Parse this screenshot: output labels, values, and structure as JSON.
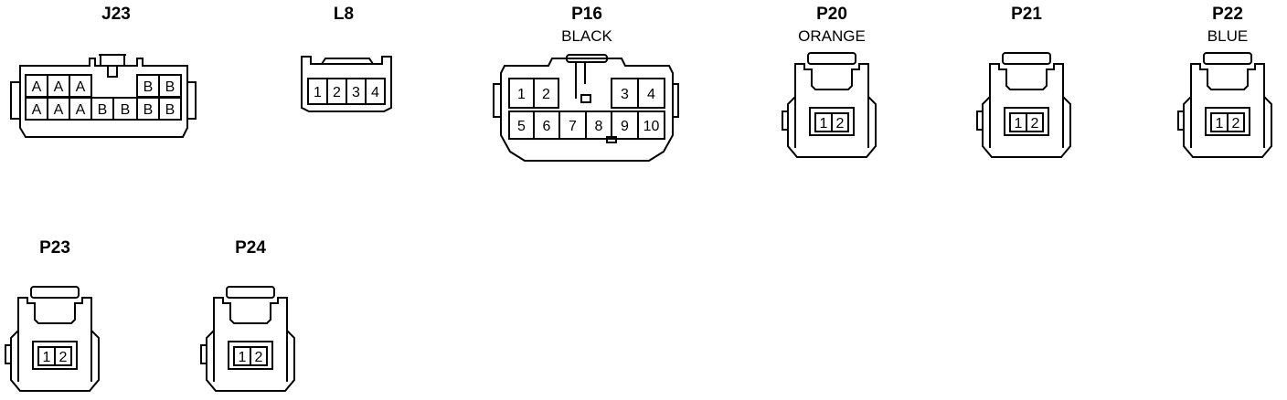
{
  "connectors": {
    "j23": {
      "name": "J23",
      "pins_top": [
        "A",
        "A",
        "A",
        "",
        "",
        "",
        "B",
        "B"
      ],
      "pins_bottom": [
        "A",
        "A",
        "A",
        "B",
        "B",
        "B",
        "B",
        "B"
      ]
    },
    "l8": {
      "name": "L8",
      "pins": [
        "1",
        "2",
        "3",
        "4"
      ]
    },
    "p16": {
      "name": "P16",
      "color": "BLACK",
      "pins_top": [
        "1",
        "2",
        "3",
        "4"
      ],
      "pins_bottom": [
        "5",
        "6",
        "7",
        "8",
        "9",
        "10"
      ]
    },
    "p20": {
      "name": "P20",
      "color": "ORANGE",
      "pins": [
        "1",
        "2"
      ]
    },
    "p21": {
      "name": "P21",
      "pins": [
        "1",
        "2"
      ]
    },
    "p22": {
      "name": "P22",
      "color": "BLUE",
      "pins": [
        "1",
        "2"
      ]
    },
    "p23": {
      "name": "P23",
      "pins": [
        "1",
        "2"
      ]
    },
    "p24": {
      "name": "P24",
      "pins": [
        "1",
        "2"
      ]
    }
  }
}
